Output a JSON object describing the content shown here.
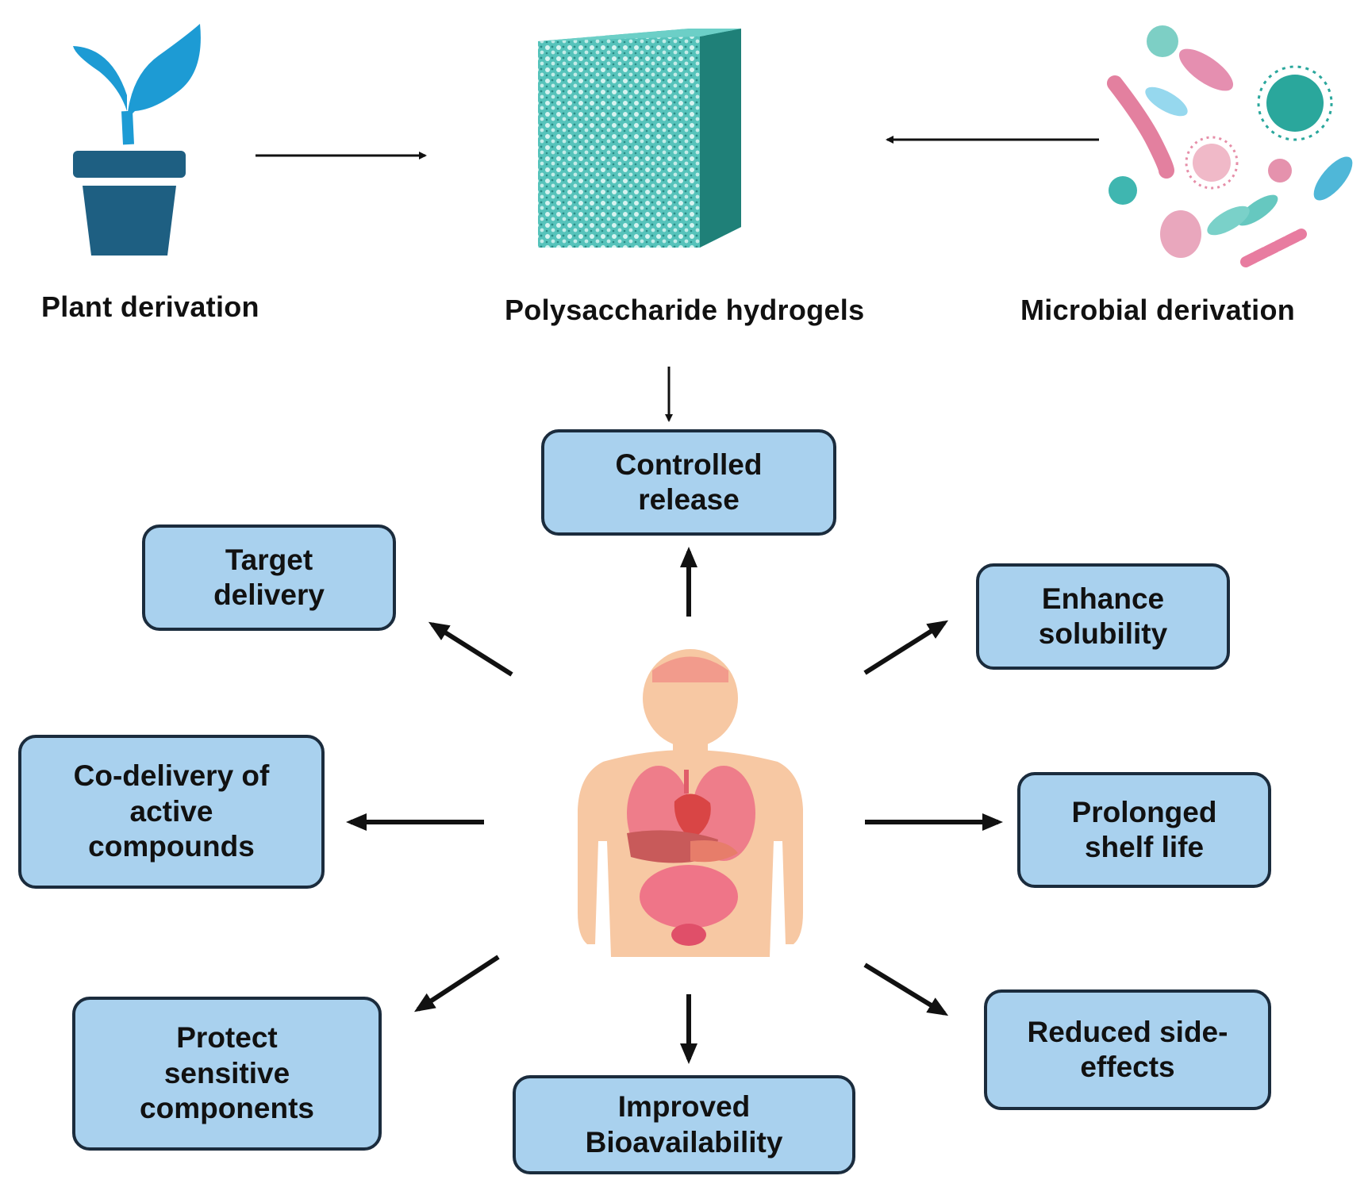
{
  "sources": {
    "plant_label": "Plant derivation",
    "hydrogel_label": "Polysaccharide hydrogels",
    "microbial_label": "Microbial derivation"
  },
  "benefits": {
    "controlled_release": "Controlled\nrelease",
    "target_delivery": "Target\ndelivery",
    "enhance_solubility": "Enhance\nsolubility",
    "co_delivery": "Co-delivery of\nactive\ncompounds",
    "prolonged_shelf_life": "Prolonged\nshelf life",
    "protect_components": "Protect\nsensitive\ncomponents",
    "improved_bioavailability": "Improved\nBioavailability",
    "reduced_side_effects": "Reduced side-\neffects"
  },
  "colors": {
    "box_fill": "#a9d1ee",
    "box_border": "#1b2c3d",
    "plant_dark": "#1e5f82",
    "plant_light": "#1d9bd4",
    "hydrogel": "#3fb3ab",
    "skin": "#f7c8a3"
  },
  "icons": [
    "potted-plant-icon",
    "hydrogel-block-icon",
    "microbes-icon",
    "human-body-organs-icon"
  ]
}
